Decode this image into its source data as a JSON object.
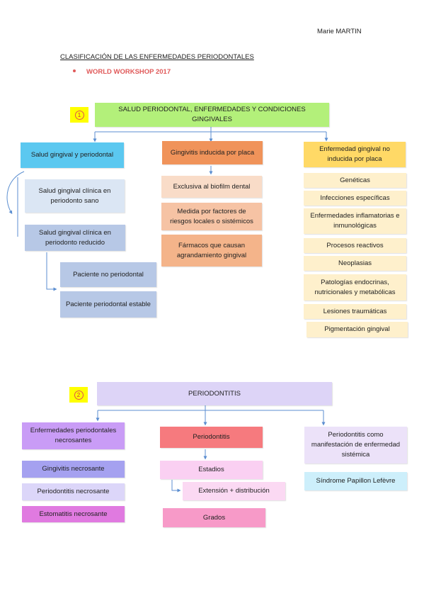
{
  "header": {
    "author": "Marie MARTIN",
    "title": "CLASIFICACIÓN DE LAS ENFERMEDADES PERIODONTALES",
    "bullet": "WORLD WORKSHOP 2017"
  },
  "section1": {
    "number": "1",
    "root": "SALUD PERIODONTAL, ENFERMEDADES Y CONDICIONES GINGIVALES",
    "col1": {
      "head": "Salud gingival y periodontal",
      "item1": "Salud gingival clínica en periodonto sano",
      "item2": "Salud gingival clínica en periodonto reducido",
      "sub1": "Paciente no periodontal",
      "sub2": "Paciente periodontal estable"
    },
    "col2": {
      "head": "Gingivitis inducida por placa",
      "items": [
        "Exclusiva al biofilm dental",
        "Medida por factores de riesgos locales o sistémicos",
        "Fármacos que causan agrandamiento gingival"
      ]
    },
    "col3": {
      "head": "Enfermedad gingival no inducida por placa",
      "items": [
        "Genéticas",
        "Infecciones específicas",
        "Enfermedades inflamatorias e inmunológicas",
        "Procesos reactivos",
        "Neoplasias",
        "Patologías endocrinas, nutricionales y metabólicas",
        "Lesiones traumáticas",
        "Pigmentación gingival"
      ]
    }
  },
  "section2": {
    "number": "2",
    "root": "PERIODONTITIS",
    "col1": {
      "head": "Enfermedades periodontales necrosantes",
      "items": [
        "Gingivitis necrosante",
        "Periodontitis necrosante",
        "Estomatitis necrosante"
      ]
    },
    "col2": {
      "head": "Periodontitis",
      "items": [
        "Estadios",
        "Extensión + distribución",
        "Grados"
      ]
    },
    "col3": {
      "head": "Periodontitis como manifestación de enfermedad sistémica",
      "items": [
        "Síndrome Papillon Lefèvre"
      ]
    }
  },
  "colors": {
    "bullet": "#e05a5a",
    "root1": "#b3f07a",
    "col1_head": "#5bc8f0",
    "col1_items": "#dbe6f4",
    "col1_items_dark": "#b7c8e6",
    "col2_head": "#f0935a",
    "col2_items": "#f9dcc8",
    "col2_items_mid": "#f6c3a4",
    "col2_items_dark": "#f4b48a",
    "col3_head": "#ffd966",
    "col3_items": "#fef0cc",
    "root2": "#ddd4f7",
    "s2c1_head": "#c99cf6",
    "s2c1_i1": "#a5a1f0",
    "s2c1_i2": "#dcd6f9",
    "s2c1_i3": "#e07ae0",
    "s2c2_head": "#f67a7e",
    "s2c2_i1": "#fad0f2",
    "s2c2_i2": "#fbd9f3",
    "s2c2_i3": "#f79ac8",
    "s2c3_head": "#ece2f9",
    "s2c3_i1": "#cdeffb",
    "connector": "#5b8ed0"
  }
}
